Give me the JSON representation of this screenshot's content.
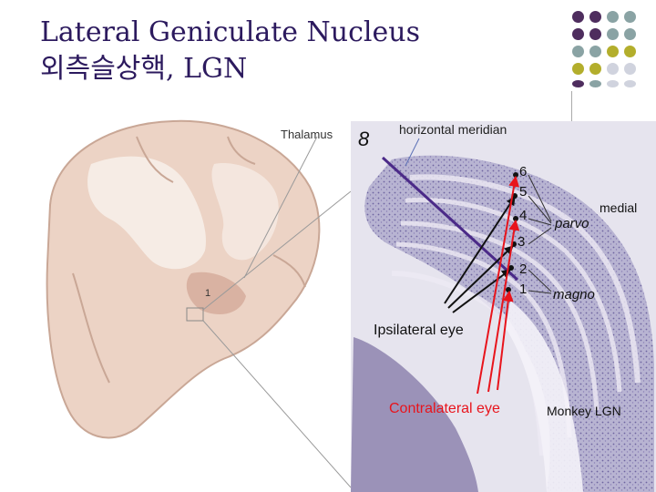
{
  "title": {
    "line1": "Lateral Geniculate Nucleus",
    "line2": "외측슬상핵, LGN"
  },
  "figure": {
    "panel_number": "8",
    "thalamus_label": "Thalamus",
    "meridian_label": "horizontal meridian",
    "layer_numbers": [
      "6",
      "5",
      "4",
      "3",
      "2",
      "1"
    ],
    "medial_label": "medial",
    "parvo_label": "parvo",
    "magno_label": "magno",
    "ipsilateral_label": "Ipsilateral eye",
    "contralateral_label": "Contralateral eye",
    "species_label": "Monkey LGN",
    "brain_marker": "1"
  },
  "colors": {
    "title": "#2c1a5e",
    "contralateral": "#e8141c",
    "dot_purple": "#4e2d5e",
    "dot_teal": "#8aa3a4",
    "dot_olive": "#b3ae2c",
    "dot_light": "#d0d3de"
  }
}
